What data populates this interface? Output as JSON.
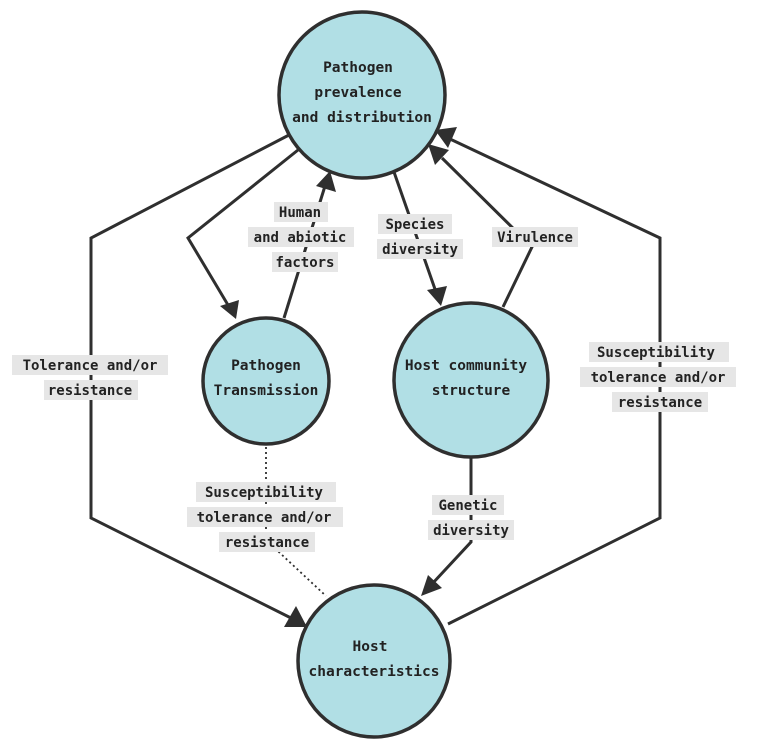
{
  "nodes": {
    "pathogen_prevalence": [
      "Pathogen",
      "prevalence",
      "and distribution"
    ],
    "pathogen_transmission": [
      "Pathogen",
      "Transmission"
    ],
    "host_community": [
      "Host community",
      "structure"
    ],
    "host_characteristics": [
      "Host",
      "characteristics"
    ]
  },
  "edges": {
    "tolerance_resistance": [
      "Tolerance and/or",
      "resistance"
    ],
    "human_abiotic": [
      "Human",
      "and abiotic",
      "factors"
    ],
    "species_diversity": [
      "Species",
      "diversity"
    ],
    "virulence": [
      "Virulence"
    ],
    "susceptibility_right": [
      "Susceptibility",
      "tolerance and/or",
      "resistance"
    ],
    "susceptibility_center": [
      "Susceptibility",
      "tolerance and/or",
      "resistance"
    ],
    "genetic_diversity": [
      "Genetic",
      "diversity"
    ]
  },
  "colors": {
    "node_fill": "#b1dfe5",
    "stroke": "#2f2f2f",
    "label_background": "#e6e6e6"
  }
}
